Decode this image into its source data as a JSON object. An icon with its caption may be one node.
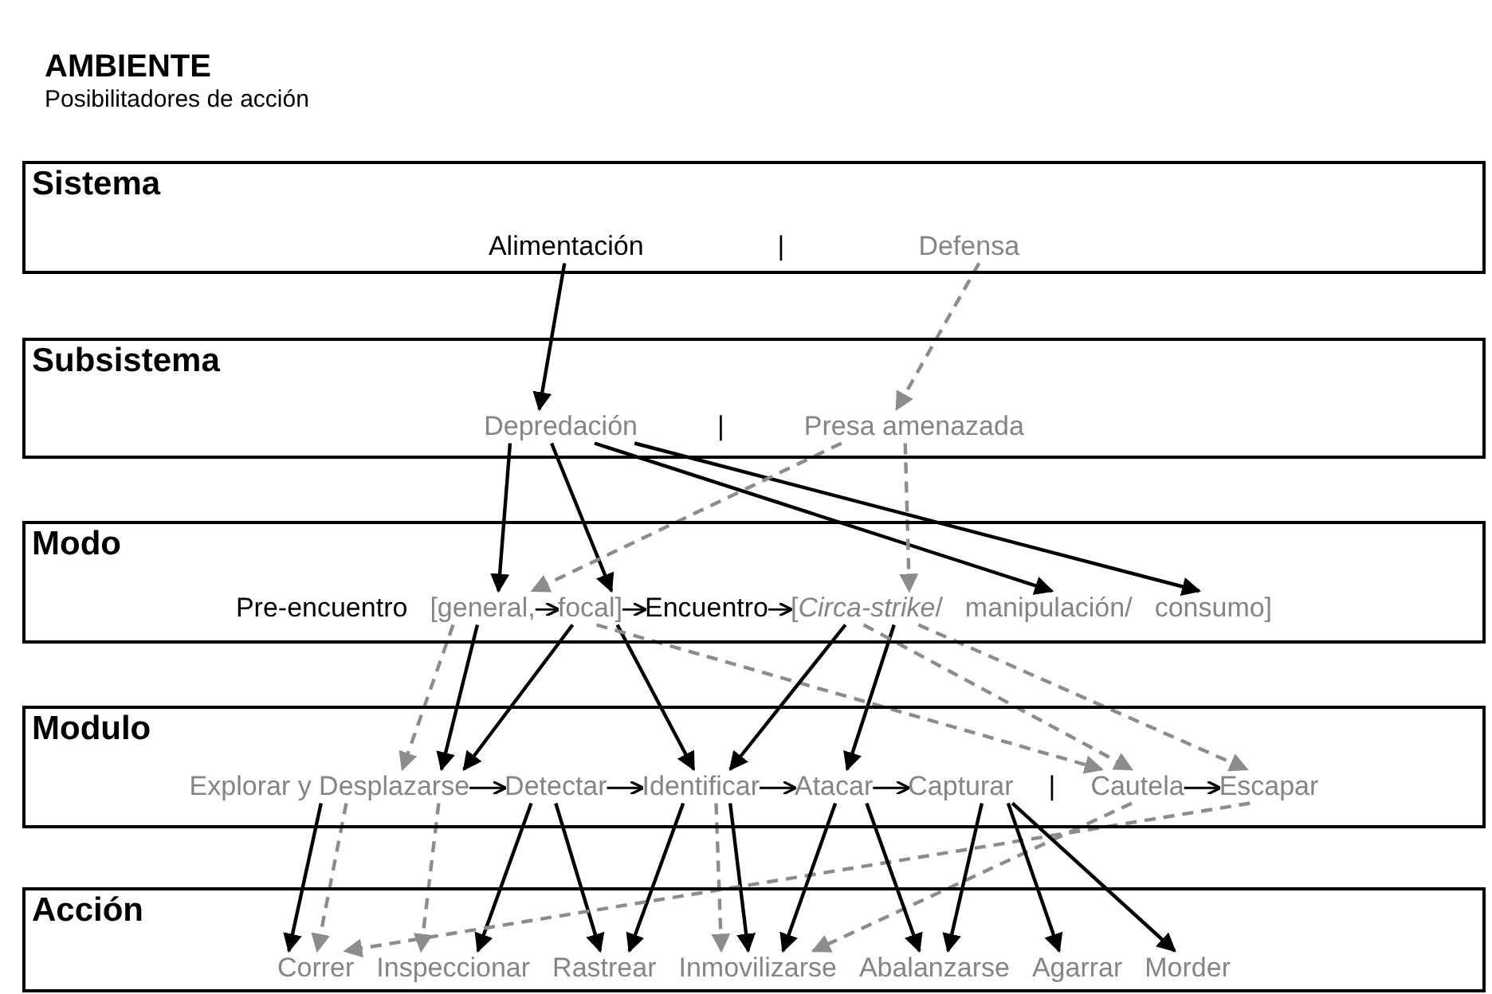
{
  "diagram": {
    "title": "AMBIENTE",
    "nodes": [
      {
        "text": [
          "Sistema"
        ]
      },
      {
        "text": [
          "Alimentación"
        ],
        "in": 0
      },
      {
        "text": [
          "Defensa"
        ],
        "in": 0
      },
      {
        "text": [
          "Subsistema"
        ]
      },
      {
        "text": [
          "Depredación"
        ],
        "in": 3
      },
      {
        "text": [
          "Presa amenazada"
        ],
        "in": 3
      },
      {
        "text": [
          "Modo"
        ]
      },
      {
        "text": [
          "Pre-encuentro"
        ],
        "in": 6
      },
      {
        "text": [
          "[general,"
        ],
        "in": 6
      },
      {
        "text": [
          "focal]"
        ],
        "in": 6
      },
      {
        "text": [
          "Encuentro"
        ],
        "in": 6
      },
      {
        "text": [
          "[*Circa-strike*/"
        ],
        "in": 6
      },
      {
        "text": [
          "manipulación/"
        ],
        "in": 6
      },
      {
        "text": [
          "consumo]"
        ],
        "in": 6
      },
      {
        "text": [
          "Modulo"
        ]
      },
      {
        "text": [
          "Explorar y Desplazarse"
        ],
        "in": 14
      },
      {
        "text": [
          "Detectar"
        ],
        "in": 14
      },
      {
        "text": [
          "Identificar"
        ],
        "in": 14
      },
      {
        "text": [
          "Atacar"
        ],
        "in": 14
      },
      {
        "text": [
          "Capturar"
        ],
        "in": 14
      },
      {
        "text": [
          "Cautela"
        ],
        "in": 14
      },
      {
        "text": [
          "Escapar"
        ],
        "in": 14
      },
      {
        "text": [
          "Acción"
        ]
      },
      {
        "text": [
          "Correr"
        ],
        "in": 22
      },
      {
        "text": [
          "Inspeccionar"
        ],
        "in": 22
      },
      {
        "text": [
          "Rastrear"
        ],
        "in": 22
      },
      {
        "text": [
          "Inmovilizarse"
        ],
        "in": 22
      },
      {
        "text": [
          "Abalanzarse"
        ],
        "in": 22
      },
      {
        "text": [
          "Agarrar"
        ],
        "in": 22
      },
      {
        "text": [
          "Morder"
        ],
        "in": 22
      }
    ],
    "edges": [
      {
        "from": 1,
        "to": 4,
        "arrow": "to"
      },
      {
        "from": 2,
        "to": 5,
        "arrow": "to",
        "style": "dashed",
        "color": "#8c8c8c"
      },
      {
        "from": 4,
        "to": 8,
        "arrow": "to"
      },
      {
        "from": 4,
        "to": 9,
        "arrow": "to"
      },
      {
        "from": 4,
        "to": 12,
        "arrow": "to"
      },
      {
        "from": 4,
        "to": 13,
        "arrow": "to"
      },
      {
        "from": 5,
        "to": 8,
        "arrow": "to",
        "style": "dashed",
        "color": "#8c8c8c"
      },
      {
        "from": 5,
        "to": 11,
        "arrow": "to",
        "style": "dashed",
        "color": "#8c8c8c"
      },
      {
        "from": 8,
        "to": 9,
        "arrow": "to"
      },
      {
        "from": 9,
        "to": 10,
        "arrow": "to"
      },
      {
        "from": 10,
        "to": 11,
        "arrow": "to"
      },
      {
        "from": 8,
        "to": 15,
        "arrow": "to",
        "style": "dashed",
        "color": "#8c8c8c"
      },
      {
        "from": 8,
        "to": 15,
        "arrow": "to"
      },
      {
        "from": 9,
        "to": 15,
        "arrow": "to"
      },
      {
        "from": 9,
        "to": 17,
        "arrow": "to"
      },
      {
        "from": 9,
        "to": 20,
        "arrow": "to",
        "style": "dashed",
        "color": "#8c8c8c"
      },
      {
        "from": 11,
        "to": 17,
        "arrow": "to"
      },
      {
        "from": 11,
        "to": 18,
        "arrow": "to"
      },
      {
        "from": 11,
        "to": 20,
        "arrow": "to",
        "style": "dashed",
        "color": "#8c8c8c"
      },
      {
        "from": 11,
        "to": 21,
        "arrow": "to",
        "style": "dashed",
        "color": "#8c8c8c"
      },
      {
        "from": 15,
        "to": 16,
        "arrow": "to"
      },
      {
        "from": 16,
        "to": 17,
        "arrow": "to"
      },
      {
        "from": 17,
        "to": 18,
        "arrow": "to"
      },
      {
        "from": 18,
        "to": 19,
        "arrow": "to"
      },
      {
        "from": 20,
        "to": 21,
        "arrow": "to"
      },
      {
        "from": 15,
        "to": 23,
        "arrow": "to"
      },
      {
        "from": 15,
        "to": 23,
        "arrow": "to",
        "style": "dashed",
        "color": "#8c8c8c"
      },
      {
        "from": 15,
        "to": 24,
        "arrow": "to",
        "style": "dashed",
        "color": "#8c8c8c"
      },
      {
        "from": 16,
        "to": 24,
        "arrow": "to"
      },
      {
        "from": 16,
        "to": 25,
        "arrow": "to"
      },
      {
        "from": 17,
        "to": 25,
        "arrow": "to"
      },
      {
        "from": 17,
        "to": 26,
        "arrow": "to",
        "style": "dashed",
        "color": "#8c8c8c"
      },
      {
        "from": 17,
        "to": 26,
        "arrow": "to"
      },
      {
        "from": 21,
        "to": 23,
        "arrow": "to",
        "style": "dashed",
        "color": "#8c8c8c"
      },
      {
        "from": 20,
        "to": 26,
        "arrow": "to",
        "style": "dashed",
        "color": "#8c8c8c"
      },
      {
        "from": 18,
        "to": 26,
        "arrow": "to"
      },
      {
        "from": 18,
        "to": 27,
        "arrow": "to"
      },
      {
        "from": 19,
        "to": 27,
        "arrow": "to"
      },
      {
        "from": 19,
        "to": 28,
        "arrow": "to"
      },
      {
        "from": 19,
        "to": 29,
        "arrow": "to"
      }
    ],
    "labels": [
      "Posibilitadores de acción",
      "|",
      "|",
      "|"
    ]
  }
}
